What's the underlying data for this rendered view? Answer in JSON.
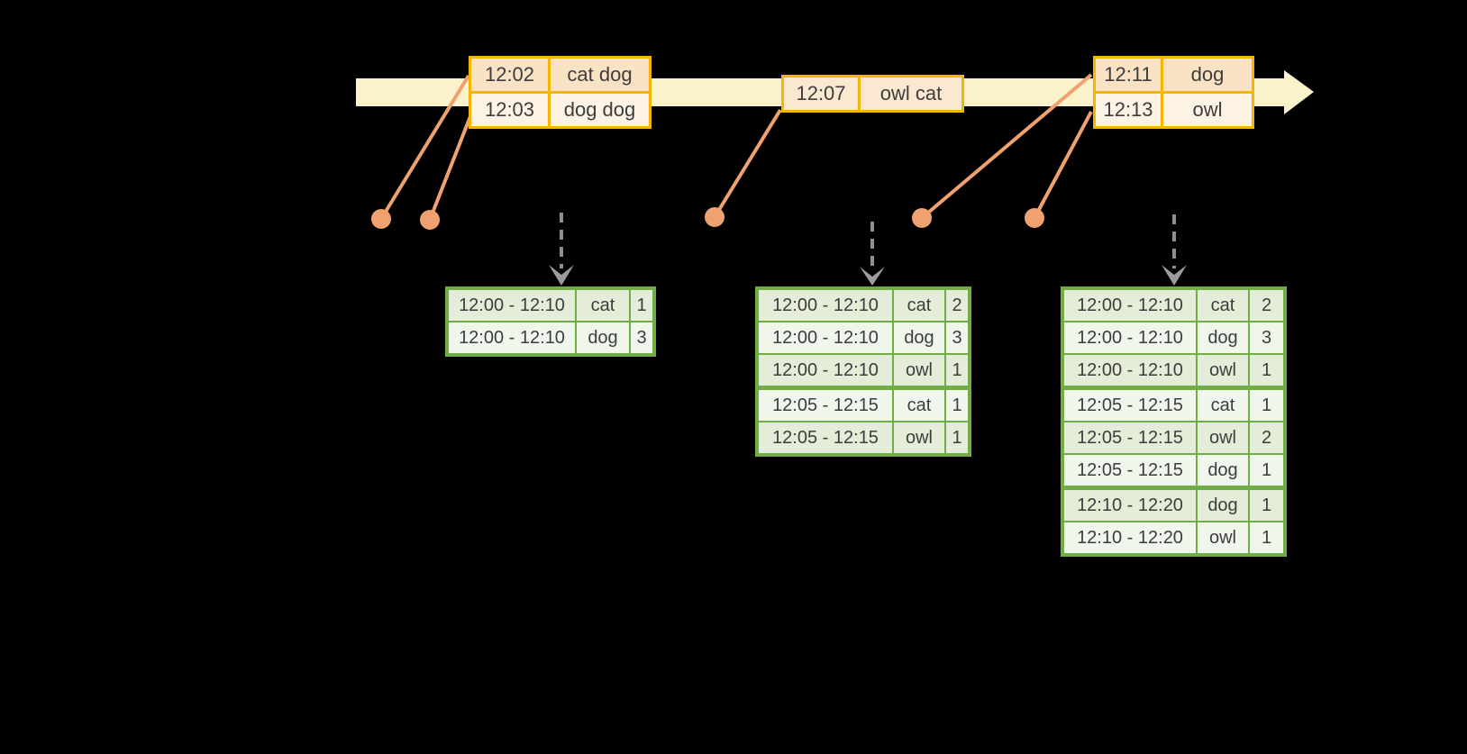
{
  "diagram": {
    "kind": "windowed-grouped-aggregation-timeline",
    "background": "#000000"
  },
  "colors": {
    "timeline_fill": "#FCF2CC",
    "event_table_border": "#F5B500",
    "event_row_dark": "#FAE2C5",
    "event_row_light": "#FCF3E4",
    "dot_and_line": "#EFA26F",
    "trigger_arrow": "#8F8F8F",
    "result_table_border": "#70AD47",
    "result_row_dark": "#E3EDD7",
    "result_row_light": "#F1F6EC",
    "text": "#3d3d3d"
  },
  "event_tables": [
    {
      "rows": [
        {
          "time": "12:02",
          "words": "cat dog"
        },
        {
          "time": "12:03",
          "words": "dog dog"
        }
      ]
    },
    {
      "rows": [
        {
          "time": "12:07",
          "words": "owl cat"
        }
      ]
    },
    {
      "rows": [
        {
          "time": "12:11",
          "words": "dog"
        },
        {
          "time": "12:13",
          "words": "owl"
        }
      ]
    }
  ],
  "result_tables": [
    {
      "rows": [
        {
          "window": "12:00 - 12:10",
          "word": "cat",
          "count": "1"
        },
        {
          "window": "12:00 - 12:10",
          "word": "dog",
          "count": "3"
        }
      ]
    },
    {
      "rows": [
        {
          "window": "12:00 - 12:10",
          "word": "cat",
          "count": "2"
        },
        {
          "window": "12:00 - 12:10",
          "word": "dog",
          "count": "3"
        },
        {
          "window": "12:00 - 12:10",
          "word": "owl",
          "count": "1"
        },
        {
          "window": "12:05 - 12:15",
          "word": "cat",
          "count": "1"
        },
        {
          "window": "12:05 - 12:15",
          "word": "owl",
          "count": "1"
        }
      ]
    },
    {
      "rows": [
        {
          "window": "12:00 - 12:10",
          "word": "cat",
          "count": "2"
        },
        {
          "window": "12:00 - 12:10",
          "word": "dog",
          "count": "3"
        },
        {
          "window": "12:00 - 12:10",
          "word": "owl",
          "count": "1"
        },
        {
          "window": "12:05 - 12:15",
          "word": "cat",
          "count": "1"
        },
        {
          "window": "12:05 - 12:15",
          "word": "owl",
          "count": "2"
        },
        {
          "window": "12:05 - 12:15",
          "word": "dog",
          "count": "1"
        },
        {
          "window": "12:10 - 12:20",
          "word": "dog",
          "count": "1"
        },
        {
          "window": "12:10 - 12:20",
          "word": "owl",
          "count": "1"
        }
      ]
    }
  ]
}
